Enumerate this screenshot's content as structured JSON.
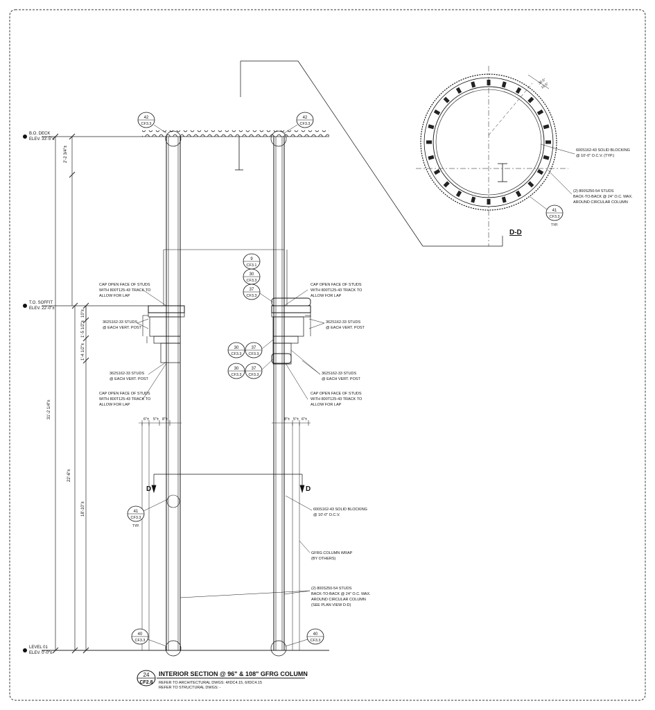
{
  "title_block": {
    "sheet_number": "24",
    "sheet_ref": "CF2.8",
    "title": "INTERIOR SECTION @ 96\" & 108\" GFRG COLUMN",
    "note_arch": "REFER TO ARCHITECTURAL DWGS:  4/IDC4.15, 6/IDC4.15",
    "note_struct": "REFER TO STRUCTURAL DWGS:          -"
  },
  "levels": {
    "bo_deck": {
      "name": "B.O. DECK",
      "elev": "ELEV. 33'-5\"±"
    },
    "to_soffit": {
      "name": "T.O. SOFFIT",
      "elev": "ELEV. 22'-0\"±"
    },
    "level_01": {
      "name": "LEVEL 01",
      "elev": "ELEV. 0'-0\"±"
    }
  },
  "dimensions": {
    "d1": "2'-2 3/4\"±",
    "d2": "31'-2 1/4\"±",
    "d3": "22'-6\"±",
    "d4": "18'-10\"±",
    "d5": "10\"±",
    "d6": "1'-5 1/2\"±",
    "d7": "1'-4 1/2\"±",
    "w_left": [
      "6\"±",
      "5\"±",
      "8\"±"
    ],
    "w_right": [
      "8\"±",
      "5\"±",
      "6\"±"
    ]
  },
  "callouts": {
    "c42_left": {
      "num": "42",
      "ref": "CF3.3"
    },
    "c42_right": {
      "num": "42",
      "ref": "CF3.3"
    },
    "c9": {
      "num": "9",
      "ref": "CF3.1"
    },
    "c30a": {
      "num": "30",
      "ref": "CF3.3"
    },
    "c37a": {
      "num": "37",
      "ref": "CF3.3"
    },
    "c30b": {
      "num": "30",
      "ref": "CF3.3"
    },
    "c37b": {
      "num": "37",
      "ref": "CF3.3"
    },
    "c30c": {
      "num": "30",
      "ref": "CF3.3"
    },
    "c37c": {
      "num": "37",
      "ref": "CF3.3"
    },
    "c41_left": {
      "num": "41",
      "ref": "CF3.3",
      "typ": "TYP."
    },
    "c41_plan": {
      "num": "41",
      "ref": "CF3.3",
      "typ": "TYP."
    },
    "c40_left": {
      "num": "40",
      "ref": "CF3.3"
    },
    "c40_right": {
      "num": "40",
      "ref": "CF3.3"
    }
  },
  "notes": {
    "cap_top_left": [
      "CAP OPEN FACE OF STUDS",
      "WITH 800T125-43 TRACK TO",
      "ALLOW FOR LAP"
    ],
    "cap_top_right": [
      "CAP OPEN FACE OF STUDS",
      "WITH 800T125-43 TRACK TO",
      "ALLOW FOR LAP"
    ],
    "studs_upper_left": [
      "362S162-33 STUDS",
      "@ EACH VERT. POST"
    ],
    "studs_upper_right": [
      "362S162-33 STUDS",
      "@ EACH VERT. POST"
    ],
    "studs_lower_left": [
      "362S162-33 STUDS",
      "@ EACH VERT. POST"
    ],
    "studs_lower_right": [
      "362S162-33 STUDS",
      "@ EACH VERT. POST"
    ],
    "cap_bot_left": [
      "CAP OPEN FACE OF STUDS",
      "WITH 800T125-43 TRACK TO",
      "ALLOW FOR LAP"
    ],
    "cap_bot_right": [
      "CAP OPEN FACE OF STUDS",
      "WITH 800T125-43 TRACK TO",
      "ALLOW FOR LAP"
    ],
    "blocking_section": [
      "600S162-43 SOLID BLOCKING",
      "@ 10'-0\" O.C.V."
    ],
    "gfrg_wrap": [
      "GFRG COLUMN WRAP",
      "(BY OTHERS)"
    ],
    "studs_section": [
      "(2) 800S250-54 STUDS",
      "BACK-TO-BACK @ 24\" O.C. MAX.",
      "AROUND CIRCULAR COLUMN",
      "(SEE PLAN VIEW D-D)"
    ],
    "blocking_plan": [
      "600S162-43 SOLID BLOCKING",
      "@ 10'-0\" O.C.V. (TYP.)"
    ],
    "studs_plan": [
      "(2) 800S250-54 STUDS",
      "BACK-TO-BACK @ 24\" O.C. MAX.",
      "AROUND CIRCULAR COLUMN"
    ]
  },
  "section_marks": {
    "left": "D",
    "right": "D",
    "plan_label": "D-D"
  },
  "plan_dims": [
    "30.5°",
    "10.5°"
  ]
}
